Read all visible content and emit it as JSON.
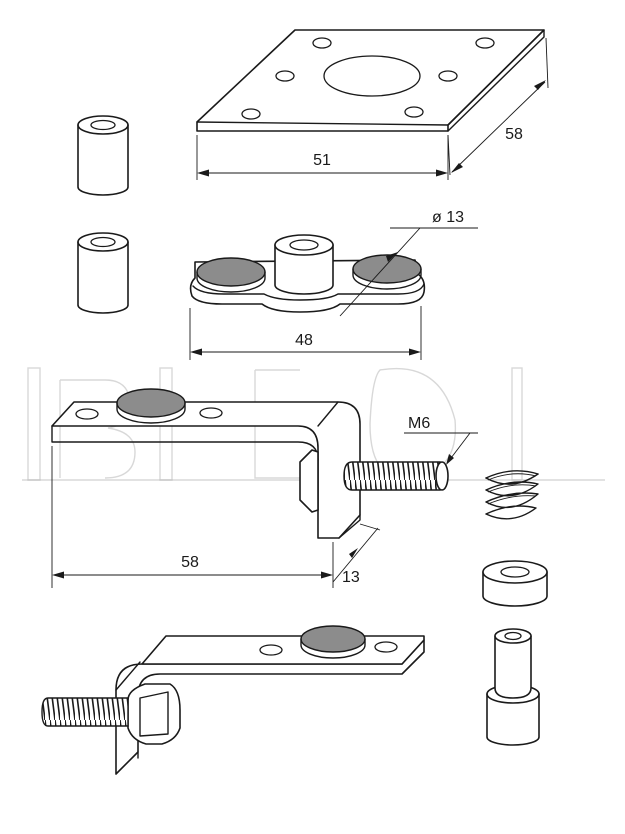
{
  "dimensions": {
    "plate_width": "51",
    "plate_depth": "58",
    "hole_diameter": "ø 13",
    "base_width": "48",
    "thread": "M6",
    "bracket_length": "58",
    "bracket_thickness": "13"
  },
  "watermark": "BLEBOL",
  "colors": {
    "line": "#1a1a1a",
    "pad": "#8c8c8c",
    "watermark": "#b8b8b8"
  }
}
